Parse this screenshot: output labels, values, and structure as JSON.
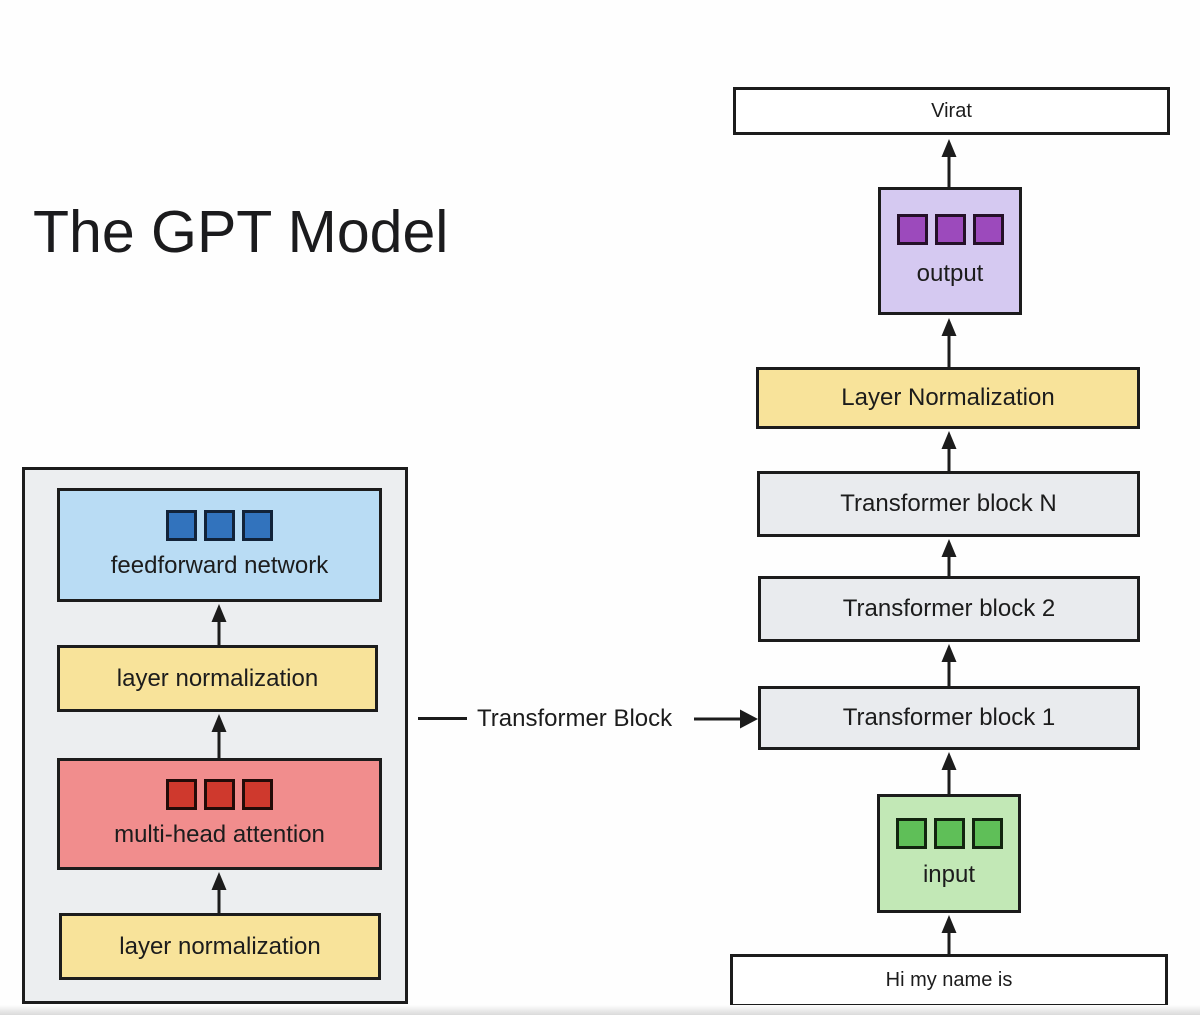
{
  "title": "The GPT Model",
  "connector_label": "Transformer Block",
  "pipeline": {
    "top_output_label": "Virat",
    "output_box": {
      "label": "output",
      "fill": "#d5c9f1",
      "square_color": "#9c4abc"
    },
    "layer_norm": {
      "label": "Layer Normalization",
      "fill": "#f8e39a"
    },
    "blocks": [
      {
        "label": "Transformer block N"
      },
      {
        "label": "Transformer block 2"
      },
      {
        "label": "Transformer block 1"
      }
    ],
    "block_fill": "#e9ebee",
    "input_box": {
      "label": "input",
      "fill": "#c2e8b6",
      "square_color": "#5fbf58"
    },
    "bottom_input_label": "Hi my name is"
  },
  "transformer_detail": {
    "container_fill": "#eceef0",
    "feedforward": {
      "label": "feedforward network",
      "fill": "#b9dcf4",
      "square_color": "#3273bd"
    },
    "layer_norm_top": {
      "label": "layer normalization",
      "fill": "#f8e39a"
    },
    "attention": {
      "label": "multi-head attention",
      "fill": "#f18d8d",
      "square_color": "#cf392d"
    },
    "layer_norm_bottom": {
      "label": "layer normalization",
      "fill": "#f8e39a"
    }
  },
  "colors": {
    "outline": "#1c1c1c",
    "background": "#fefefe"
  }
}
